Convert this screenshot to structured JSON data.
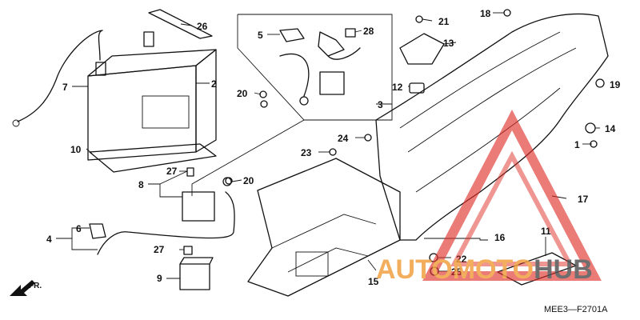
{
  "callouts": [
    "1",
    "2",
    "3",
    "4",
    "5",
    "6",
    "7",
    "8",
    "9",
    "10",
    "11",
    "12",
    "13",
    "14",
    "15",
    "16",
    "17",
    "18",
    "19",
    "20",
    "20",
    "21",
    "22",
    "23",
    "24",
    "25",
    "26",
    "27",
    "27",
    "28"
  ],
  "diagram_code": "MEE3—F2701A",
  "direction_label": "FR.",
  "watermark": {
    "part1": "AUTO",
    "part2": "MOTO",
    "part3": "HUB",
    "color_red": "#e0302a",
    "color_orange": "#f0a040"
  }
}
